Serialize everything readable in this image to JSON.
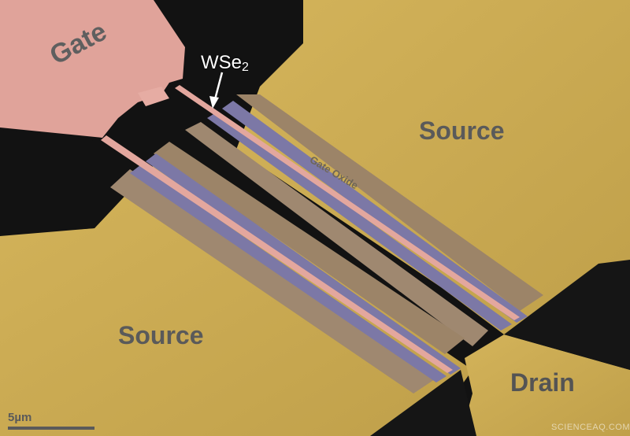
{
  "labels": {
    "gate": "Gate",
    "source_top": "Source",
    "source_bottom": "Source",
    "drain": "Drain",
    "gate_oxide": "Gate Oxide",
    "wse2_main": "WSe",
    "wse2_sub": "2",
    "scale": "5µm"
  },
  "watermark": "SCIENCEAQ.COM",
  "colors": {
    "background": "#121212",
    "gold": "#c8a84e",
    "gate_pink": "#e0a39a",
    "oxide": "#9c8468",
    "wse2_purple": "#7c78a6",
    "label_gray": "#5a5a5a"
  }
}
